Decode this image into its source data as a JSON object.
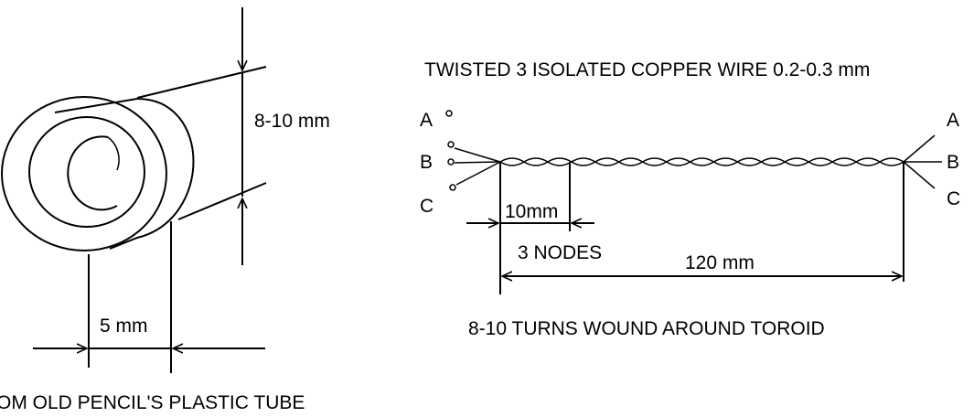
{
  "tube": {
    "diameter_label": "8-10 mm",
    "wall_label": "5 mm",
    "caption": "OM OLD PENCIL'S PLASTIC TUBE"
  },
  "wire": {
    "title": "TWISTED 3 ISOLATED COPPER WIRE 0.2-0.3 mm",
    "left_labels": [
      "A",
      "B",
      "C"
    ],
    "right_labels": [
      "A",
      "B",
      "C"
    ],
    "pitch_label": "10mm",
    "nodes_label": "3 NODES",
    "length_label": "120 mm",
    "caption": "8-10 TURNS WOUND AROUND TOROID"
  }
}
